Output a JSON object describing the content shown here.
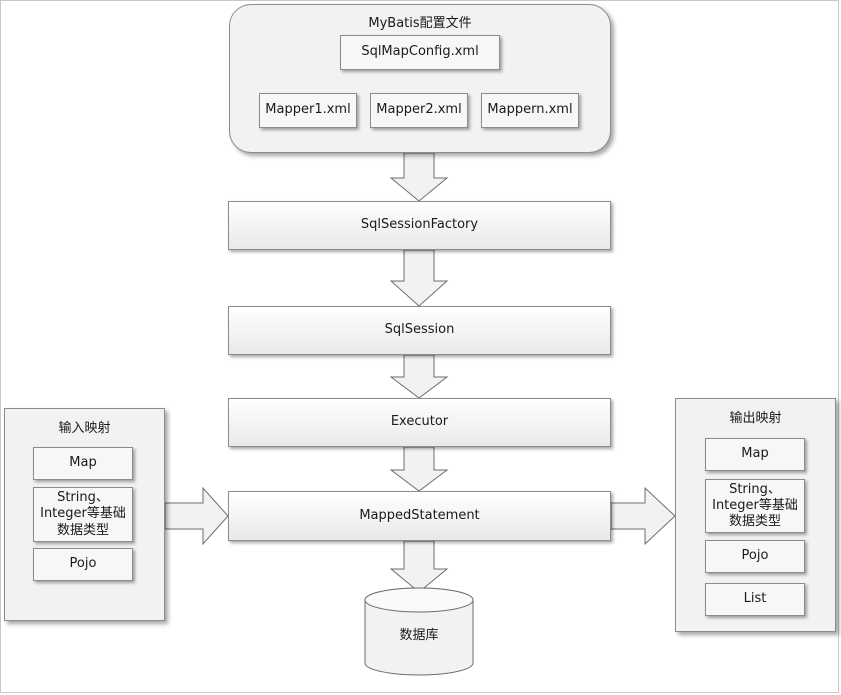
{
  "config": {
    "title": "MyBatis配置文件",
    "main_file": "SqlMapConfig.xml",
    "mappers": [
      "Mapper1.xml",
      "Mapper2.xml",
      "Mappern.xml"
    ]
  },
  "flow": {
    "factory": "SqlSessionFactory",
    "session": "SqlSession",
    "executor": "Executor",
    "mapped_statement": "MappedStatement",
    "database": "数据库"
  },
  "input_mapping": {
    "title": "输入映射",
    "items": [
      "Map",
      "String、\nInteger等基础\n数据类型",
      "Pojo"
    ]
  },
  "output_mapping": {
    "title": "输出映射",
    "items": [
      "Map",
      "String、\nInteger等基础\n数据类型",
      "Pojo",
      "List"
    ]
  }
}
